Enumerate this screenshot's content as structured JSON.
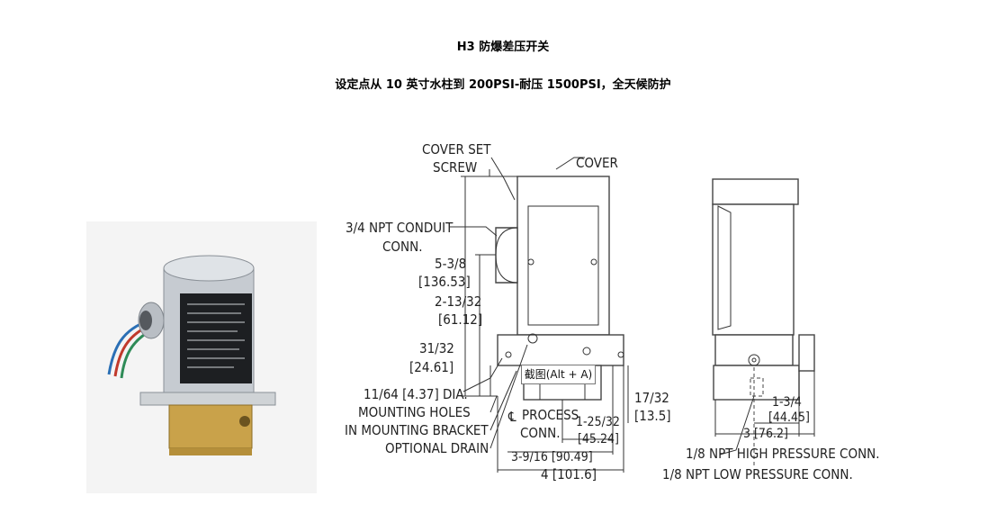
{
  "header": {
    "title": "H3 防爆差压开关",
    "subtitle": "设定点从 10 英寸水柱到 200PSI-耐压 1500PSI，全天候防护"
  },
  "product_photo": {
    "icon": "pressure-switch-photo-icon"
  },
  "drawing": {
    "labels": {
      "cover_set": "COVER SET",
      "screw": "SCREW",
      "cover": "COVER",
      "conduit_1": "3/4 NPT CONDUIT",
      "conduit_2": "CONN.",
      "dim_538": "5-3/8",
      "dim_538_mm": "[136.53]",
      "dim_21332": "2-13/32",
      "dim_21332_mm": "[61.12]",
      "dim_3132": "31/32",
      "dim_3132_mm": "[24.61]",
      "holes_1": "11/64 [4.37] DIA.",
      "holes_2": "MOUNTING HOLES",
      "holes_3": "IN MOUNTING BRACKET",
      "drain": "OPTIONAL DRAIN",
      "process_1": "PROCESS",
      "process_2": "CONN.",
      "dim_12532": "1-25/32",
      "dim_12532_mm": "[45.24]",
      "dim_3916": "3-9/16 [90.49]",
      "dim_4": "4 [101.6]",
      "dim_1732": "17/32",
      "dim_1732_mm": "[13.5]",
      "dim_134": "1-3/4",
      "dim_134_mm": "[44.45]",
      "dim_3": "3 [76.2]",
      "high_conn": "1/8 NPT HIGH PRESSURE CONN.",
      "low_conn": "1/8 NPT LOW PRESSURE CONN."
    }
  },
  "tooltip": {
    "text": "截图(Alt + A)"
  }
}
